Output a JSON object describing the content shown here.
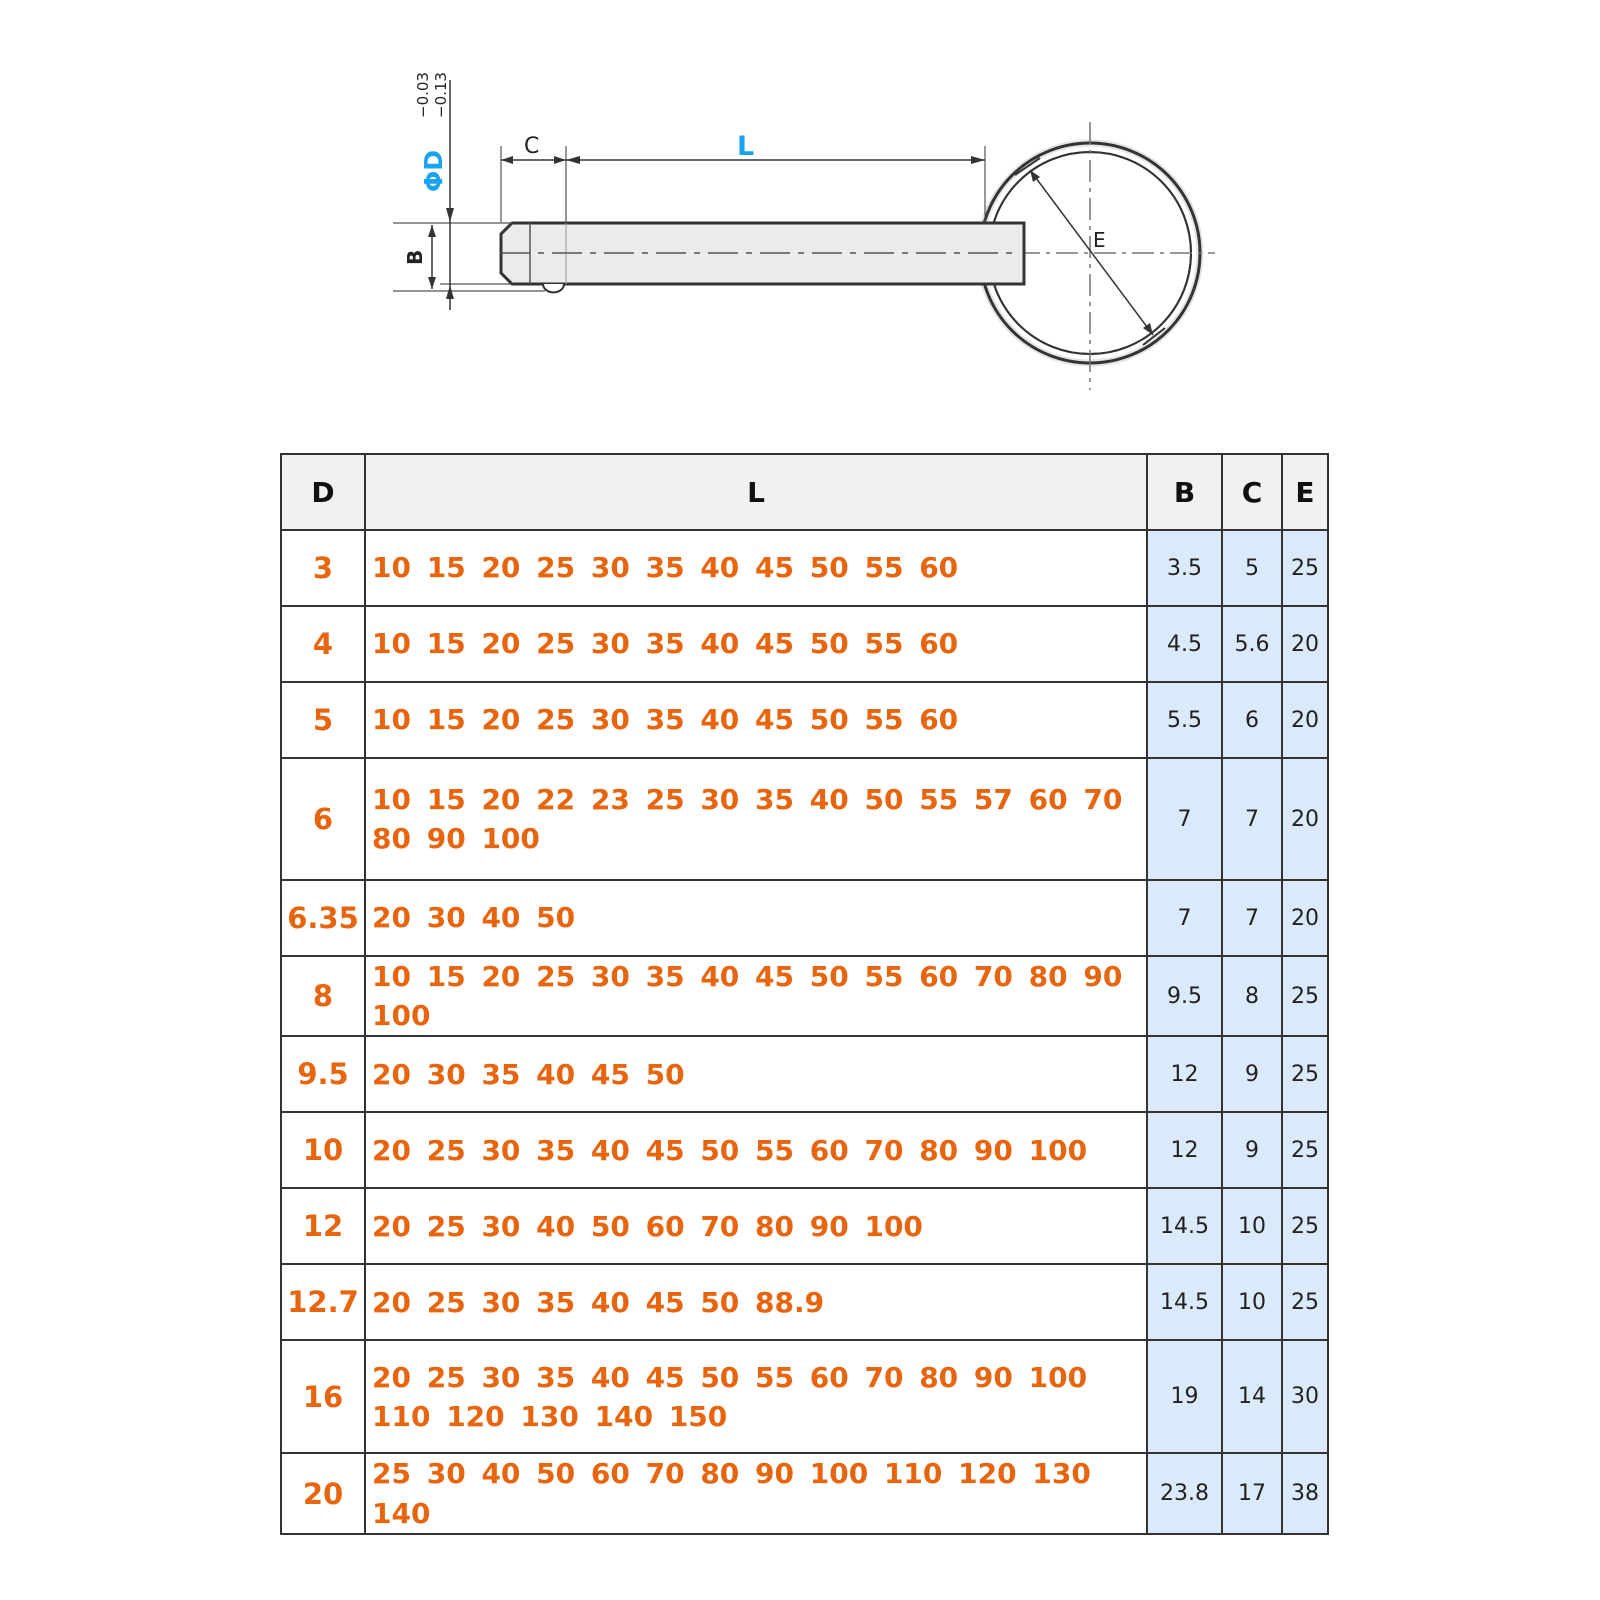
{
  "diagram": {
    "label_L": "L",
    "label_C": "C",
    "label_D": "ΦD",
    "tol_upper": "−0.03",
    "tol_lower": "−0.13",
    "label_B": "B",
    "label_E": "E",
    "accent_color": "#1aa3ee"
  },
  "table": {
    "headers": {
      "d": "D",
      "l": "L",
      "b": "B",
      "c": "C",
      "e": "E"
    },
    "rows": [
      {
        "d": "3",
        "l": [
          "10",
          "15",
          "20",
          "25",
          "30",
          "35",
          "40",
          "45",
          "50",
          "55",
          "60"
        ],
        "b": "3.5",
        "c": "5",
        "e": "25"
      },
      {
        "d": "4",
        "l": [
          "10",
          "15",
          "20",
          "25",
          "30",
          "35",
          "40",
          "45",
          "50",
          "55",
          "60"
        ],
        "b": "4.5",
        "c": "5.6",
        "e": "20"
      },
      {
        "d": "5",
        "l": [
          "10",
          "15",
          "20",
          "25",
          "30",
          "35",
          "40",
          "45",
          "50",
          "55",
          "60"
        ],
        "b": "5.5",
        "c": "6",
        "e": "20"
      },
      {
        "d": "6",
        "l": [
          "10",
          "15",
          "20",
          "22",
          "23",
          "25",
          "30",
          "35",
          "40",
          "50",
          "55",
          "57",
          "60",
          "70",
          "80",
          "90",
          "100"
        ],
        "b": "7",
        "c": "7",
        "e": "20"
      },
      {
        "d": "6.35",
        "l": [
          "20",
          "30",
          "40",
          "50"
        ],
        "b": "7",
        "c": "7",
        "e": "20"
      },
      {
        "d": "8",
        "l": [
          "10",
          "15",
          "20",
          "25",
          "30",
          "35",
          "40",
          "45",
          "50",
          "55",
          "60",
          "70",
          "80",
          "90",
          "100"
        ],
        "b": "9.5",
        "c": "8",
        "e": "25"
      },
      {
        "d": "9.5",
        "l": [
          "20",
          "30",
          "35",
          "40",
          "45",
          "50"
        ],
        "b": "12",
        "c": "9",
        "e": "25"
      },
      {
        "d": "10",
        "l": [
          "20",
          "25",
          "30",
          "35",
          "40",
          "45",
          "50",
          "55",
          "60",
          "70",
          "80",
          "90",
          "100"
        ],
        "b": "12",
        "c": "9",
        "e": "25"
      },
      {
        "d": "12",
        "l": [
          "20",
          "25",
          "30",
          "40",
          "50",
          "60",
          "70",
          "80",
          "90",
          "100"
        ],
        "b": "14.5",
        "c": "10",
        "e": "25"
      },
      {
        "d": "12.7",
        "l": [
          "20",
          "25",
          "30",
          "35",
          "40",
          "45",
          "50",
          "88.9"
        ],
        "b": "14.5",
        "c": "10",
        "e": "25"
      },
      {
        "d": "16",
        "l": [
          "20",
          "25",
          "30",
          "35",
          "40",
          "45",
          "50",
          "55",
          "60",
          "70",
          "80",
          "90",
          "100",
          "110",
          "120",
          "130",
          "140",
          "150"
        ],
        "b": "19",
        "c": "14",
        "e": "30"
      },
      {
        "d": "20",
        "l": [
          "25",
          "30",
          "40",
          "50",
          "60",
          "70",
          "80",
          "90",
          "100",
          "110",
          "120",
          "130",
          "140"
        ],
        "b": "23.8",
        "c": "17",
        "e": "38"
      }
    ]
  }
}
